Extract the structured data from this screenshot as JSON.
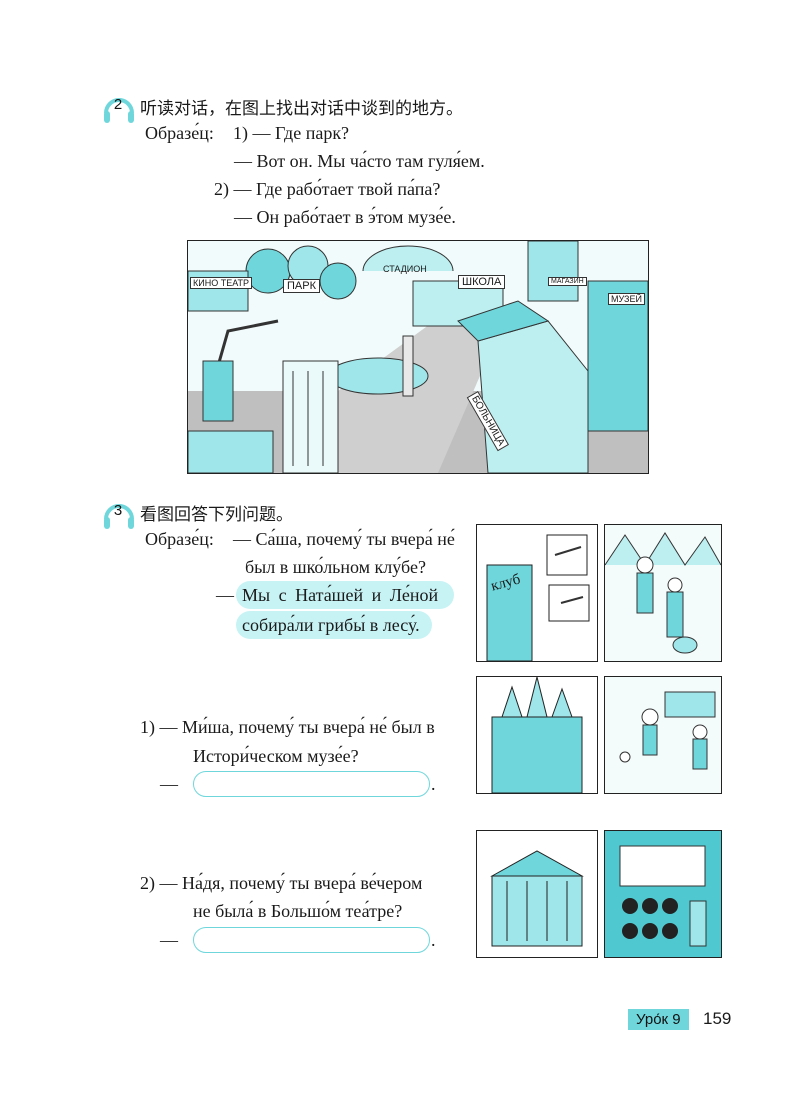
{
  "exercise2": {
    "number": "2",
    "instruction": "听读对话，在图上找出对话中谈到的地方。",
    "sample_label": "Образе́ц:",
    "lines": [
      "1) — Где парк?",
      "— Вот он. Мы ча́сто там гуля́ем.",
      "2) — Где рабо́тает твой па́па?",
      "— Он рабо́тает в э́том музе́е."
    ],
    "map_signs": [
      "КИНО ТЕАТР",
      "ПАРК",
      "СТАДИОН",
      "ШКОЛА",
      "МАГАЗИН",
      "МУЗЕЙ",
      "БОЛЬНИЦА"
    ]
  },
  "exercise3": {
    "number": "3",
    "instruction": "看图回答下列问题。",
    "sample_label": "Образе́ц:",
    "sample_q1": "— Са́ша, почему́ ты вчера́ не́",
    "sample_q2": "был в шко́льном клу́бе?",
    "sample_a_dash": "—",
    "sample_a1": "Мы с Ната́шей и Ле́ной",
    "sample_a2": "собира́ли грибы́ в лесу́.",
    "club_sign": "клуб",
    "q1_line1": "1) — Ми́ша, почему́ ты вчера́ не́ был в",
    "q1_line2": "Истори́ческом музе́е?",
    "q2_line1": "2) — На́дя, почему́ ты вчера́ ве́чером",
    "q2_line2": "не была́ в Большо́м теа́тре?",
    "answer_dash": "—",
    "answer_end": "."
  },
  "footer": {
    "lesson": "Уро́к 9",
    "page": "159"
  },
  "colors": {
    "accent": "#6fd7dc",
    "highlight": "#c7f3f5"
  }
}
